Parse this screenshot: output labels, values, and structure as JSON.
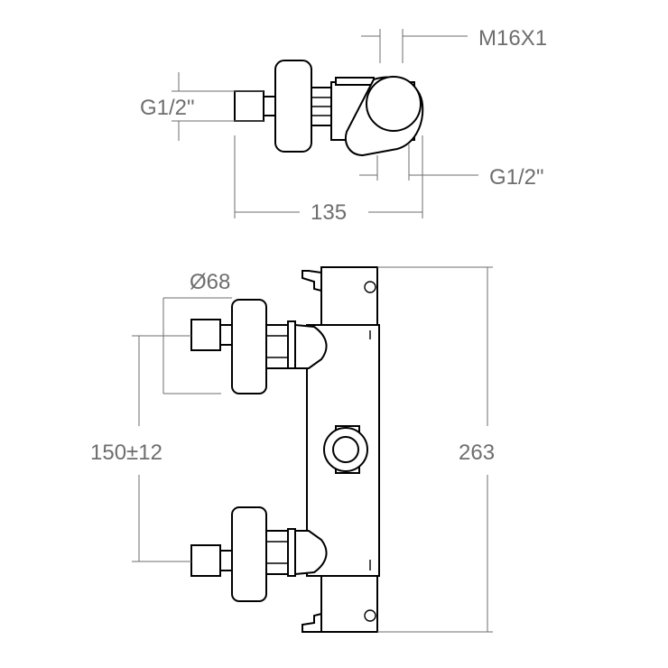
{
  "top_view": {
    "thread_top_label": "M16X1",
    "inlet_label": "G1/2\"",
    "outlet_label": "G1/2\"",
    "width_label": "135"
  },
  "front_view": {
    "diameter_label": "Ø68",
    "spacing_label": "150±12",
    "height_label": "263"
  }
}
